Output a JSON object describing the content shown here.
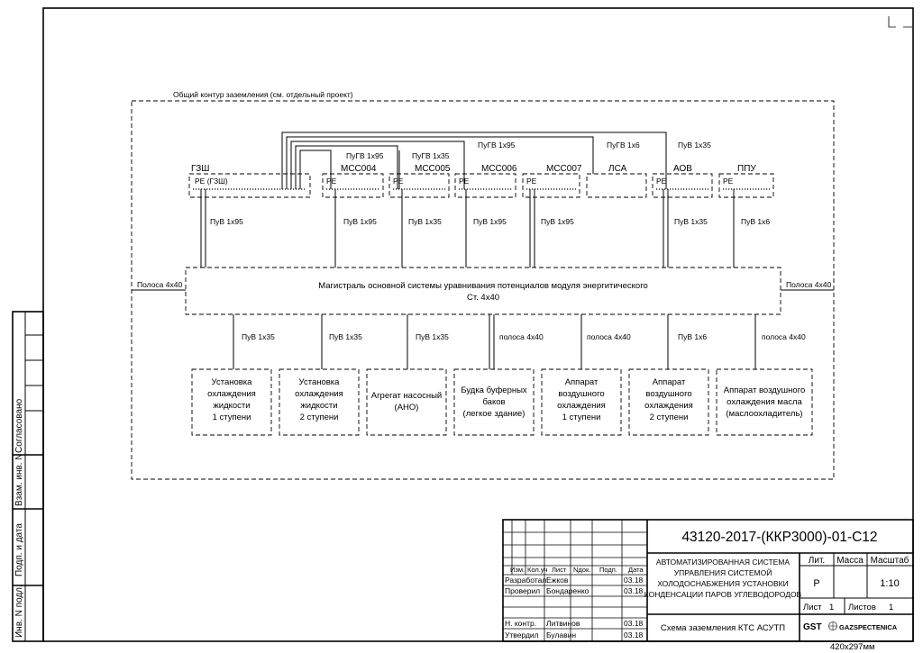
{
  "contour_label": "Общий контур заземления (см. отдельный проект)",
  "cabinets": [
    {
      "name": "ГЗШ",
      "pe": "РЕ (ГЗШ)",
      "upper_cable": "",
      "lower_cable": "ПуВ 1x95"
    },
    {
      "name": "МСС004",
      "pe": "РЕ",
      "upper_cable": "ПуГВ 1x95",
      "lower_cable": "ПуВ 1x95"
    },
    {
      "name": "МСС005",
      "pe": "РЕ",
      "upper_cable": "ПуГВ 1x35",
      "lower_cable": "ПуВ 1x35"
    },
    {
      "name": "МСС006",
      "pe": "РЕ",
      "upper_cable": "ПуГВ 1x95",
      "lower_cable": "ПуВ 1x95"
    },
    {
      "name": "МСС007",
      "pe": "РЕ",
      "upper_cable": "",
      "lower_cable": "ПуВ 1x95"
    },
    {
      "name": "ЛСА",
      "pe": "",
      "upper_cable": "ПуГВ 1x6",
      "lower_cable": ""
    },
    {
      "name": "АОВ",
      "pe": "РЕ",
      "upper_cable": "ПуВ 1x35",
      "lower_cable": "ПуВ 1x35"
    },
    {
      "name": "ППУ",
      "pe": "РЕ",
      "upper_cable": "",
      "lower_cable": "ПуВ 1x6"
    }
  ],
  "main_bus": {
    "line1": "Магистраль основной системы уравнивания потенциалов модуля энергитического",
    "line2": "Ст. 4x40",
    "left_strip": "Полоса 4x40",
    "right_strip": "Полоса 4x40"
  },
  "consumers": [
    {
      "cable": "ПуВ 1x35",
      "lines": [
        "Установка",
        "охлаждения",
        "жидкости",
        "1 ступени"
      ]
    },
    {
      "cable": "ПуВ 1x35",
      "lines": [
        "Установка",
        "охлаждения",
        "жидкости",
        "2 ступени"
      ]
    },
    {
      "cable": "ПуВ 1x35",
      "lines": [
        "Агрегат насосный",
        "(АНО)"
      ]
    },
    {
      "cable": "полоса 4x40",
      "lines": [
        "Будка буферных",
        "баков",
        "(легкое здание)"
      ]
    },
    {
      "cable": "полоса 4x40",
      "lines": [
        "Аппарат",
        "воздушного",
        "охлаждения",
        "1 ступени"
      ]
    },
    {
      "cable": "ПуВ 1x6",
      "lines": [
        "Аппарат",
        "воздушного",
        "охлаждения",
        "2 ступени"
      ]
    },
    {
      "cable": "полоса 4x40",
      "lines": [
        "Аппарат воздушного",
        "охлаждения масла",
        "(маслоохладитель)"
      ]
    }
  ],
  "side_stamp": {
    "agreed": "Согласовано",
    "replaced_inv": "Взам. инв. N",
    "sign_date": "Подп. и дата",
    "orig_inv": "Инв. N подл."
  },
  "title_block": {
    "doc_code": "43120-2017-(ККР3000)-01-С12",
    "col_headers": [
      "Изм.",
      "Кол.уч",
      "Лист",
      "Nдок.",
      "Подп.",
      "Дата"
    ],
    "rows": [
      {
        "role": "Разработал",
        "name": "Ежков",
        "date": "03.18"
      },
      {
        "role": "Проверил",
        "name": "Бондаренко",
        "date": "03.18"
      },
      {
        "role": "Н. контр.",
        "name": "Литвинов",
        "date": "03.18"
      },
      {
        "role": "Утвердил",
        "name": "Булавин",
        "date": "03.18"
      }
    ],
    "system_title": [
      "АВТОМАТИЗИРОВАННАЯ СИСТЕМА",
      "УПРАВЛЕНИЯ СИСТЕМОЙ",
      "ХОЛОДОСНАБЖЕНИЯ УСТАНОВКИ",
      "КОНДЕНСАЦИИ ПАРОВ УГЛЕВОДОРОДОВ"
    ],
    "sheet_title": "Схема заземления КТС АСУТП",
    "lit_label": "Лит.",
    "mass_label": "Масса",
    "scale_label": "Масштаб",
    "lit_value": "Р",
    "scale_value": "1:10",
    "sheet_label": "Лист",
    "sheet_value": "1",
    "sheets_label": "Листов",
    "sheets_value": "1",
    "logo_left": "GST",
    "logo_right": "GAZSPECTENICA"
  },
  "format_label": "420x297мм"
}
